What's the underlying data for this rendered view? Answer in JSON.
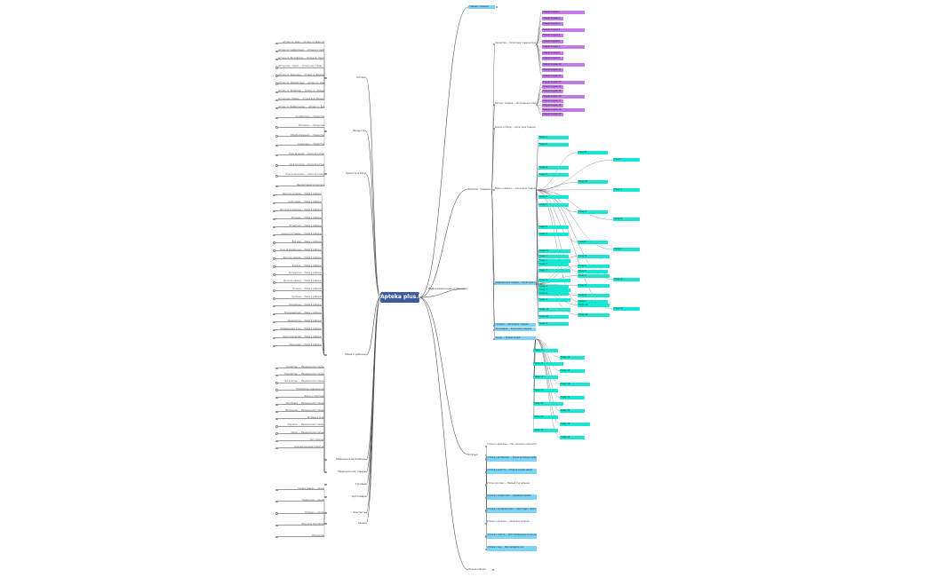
{
  "root": {
    "label": "Apteka plus.kz"
  },
  "left": {
    "branches": [
      {
        "label": "Аптеки",
        "leaves": [
          "Аптека ул. Абая — Аптека ул. Абая, 12",
          "Аптека ул. Сейфуллина — Аптека ул. Сейфуллина, 48",
          "Аптека пр. Республики — Аптека пр. Республики, 7",
          "Аптека мкр. Самал — Аптека мкр. Самал, 15",
          "Аптека ул. Кенесары — Аптека ул. Кенесары, 33",
          "Аптека пр. Абылай хана — Аптека пр. Абылай хана, 21",
          "Аптека ул. Жубанова — Аптека ул. Жубанова, 9",
          "Аптека мкр. Мамыр — Аптека мкр. Мамыр, 4",
          "Аптека ул. Бейбитшилик — Аптека ул. Бейбитшилик, 18"
        ]
      },
      {
        "label": "Лекарства",
        "leaves": [
          "Антибиотики — Лекарства",
          "Витамины — Лекарства",
          "Обезболивающие — Лекарства",
          "Сердечные — Лекарства"
        ]
      },
      {
        "label": "Красота и Уход",
        "leaves": [
          "Уход за лицом — Красота и Уход",
          "Уход за телом — Красота и Уход",
          "Уход за волосами — Красота и Уход",
          "Декоративная косметика"
        ]
      },
      {
        "label": "Мама и ребенок",
        "leaves": [
          "Детское питание — Мама и ребенок",
          "Подгузники — Мама и ребенок",
          "Детская косметика — Мама и ребенок",
          "Игрушки — Мама и ребенок",
          "Бутылочки — Мама и ребенок",
          "Соски и пустышки — Мама и ребенок",
          "Для мам — Мама и ребенок",
          "Уход за младенцем — Мама и ребенок",
          "Детская одежда — Мама и ребенок",
          "Коляски — Мама и ребенок",
          "Автокресла — Мама и ребенок",
          "Детская мебель — Мама и ребенок",
          "Гигиена — Мама и ребенок",
          "Купание — Мама и ребенок",
          "Кормление — Мама и ребенок",
          "Прорезыватели — Мама и ребенок",
          "Термометры — Мама и ребенок",
          "Развивающие игры — Мама и ребенок",
          "Книги для детей — Мама и ребенок",
          "Радионяни — Мама и ребенок"
        ]
      },
      {
        "label": "Медицинские приборы",
        "leaves": []
      },
      {
        "label": "Медицинские товары",
        "leaves": [
          "Тонометры — Медицинские товары",
          "Глюкометры — Медицинские товары",
          "Ингаляторы — Медицинские товары",
          "Термометры медицинские",
          "Бинты и пластыри",
          "Ортопедия — Медицинские товары",
          "Массажеры — Медицинские товары",
          "Шприцы и иглы",
          "Перчатки — Медицинские товары",
          "Маски — Медицинские товары",
          "Тест-полоски",
          "Компрессионный трикотаж"
        ]
      },
      {
        "label": "Гигиена",
        "leaves": []
      },
      {
        "label": "Ортопедия",
        "leaves": []
      },
      {
        "label": "Контакты",
        "leaves": []
      },
      {
        "label": "Акции",
        "leaves": [
          "Скидки недели — Акции",
          "Товары дня — Акции",
          "Подарки — Акции",
          "Бонусная программа",
          "Промокоды"
        ]
      }
    ]
  },
  "right": {
    "top": "Главная страница",
    "bottom": "Личный кабинет",
    "categories_label": "Каталог товаров",
    "pages_label": "Информационные страницы",
    "articles_label": "Статьи",
    "blue_items": [
      "Лекарства — Категория товаров Лекарства",
      "Каталог товаров — Популярные товары",
      "Красота и Уход — Категория товаров",
      "Мама и ребенок — Категория товаров",
      "Медицинские товары — Категория товаров",
      "Гигиена — Категория товаров",
      "Ортопедия — Категория товаров",
      "Акции — Раздел акций"
    ],
    "magenta_items": [
      "Подкатегория 1",
      "Подкатегория 2",
      "Подкатегория 3",
      "Подкатегория 4",
      "Подкатегория 5",
      "Подкатегория 6",
      "Подкатегория 7",
      "Подкатегория 8",
      "Подкатегория 9",
      "Подкатегория 10",
      "Подкатегория 11",
      "Подкатегория 12",
      "Подкатегория 13",
      "Подкатегория 14",
      "Подкатегория 15",
      "Подкатегория 16",
      "Подкатегория 17",
      "Подкатегория 18",
      "Подкатегория 19",
      "Подкатегория 20"
    ],
    "cyan_items": [
      "Товар А",
      "Товар Б",
      "Товар В",
      "Товар Г",
      "Товар Д",
      "Товар Е",
      "Товар Ж",
      "Товар З",
      "Товар И",
      "Товар К",
      "Товар Л",
      "Товар М",
      "Товар Н",
      "Товар О",
      "Товар П",
      "Товар Р",
      "Товар С",
      "Товар Т",
      "Товар У",
      "Товар Ф",
      "Товар Х",
      "Товар Ц",
      "Товар Ч",
      "Товар Ш",
      "Товар Щ",
      "Товар Э",
      "Товар Ю",
      "Товар Я",
      "Товар 1",
      "Товар 2",
      "Товар 3",
      "Товар 4",
      "Товар 5",
      "Товар 6",
      "Товар 7",
      "Товар 8",
      "Товар 9",
      "Товар 10",
      "Товар 11",
      "Товар 12",
      "Товар 13",
      "Товар 14",
      "Товар 15",
      "Товар 16",
      "Товар 17",
      "Товар 18",
      "Товар 19",
      "Товар 20",
      "Товар 21",
      "Товар 22",
      "Товар 23",
      "Товар 24",
      "Товар 25",
      "Товар 26"
    ],
    "article_items": [
      "Статья о здоровье — Как укрепить иммунитет",
      "Статья о витаминах — Какие витамины выбрать",
      "Статья о красоте — Уход за кожей зимой",
      "Статья для мам — Первый год малыша",
      "Статья о лекарствах — Правила приема",
      "Статья о профилактике — Простуда и грипп",
      "Статья о питании — Здоровое питание",
      "Статья о спорте — Восстановление после нагрузок",
      "Статья о сне — Как наладить сон"
    ]
  },
  "colors": {
    "root": "#3d5a9e",
    "blue": "#7dd3f7",
    "magenta": "#c27ae6",
    "cyan": "#17e6d2",
    "line": "#555555"
  }
}
